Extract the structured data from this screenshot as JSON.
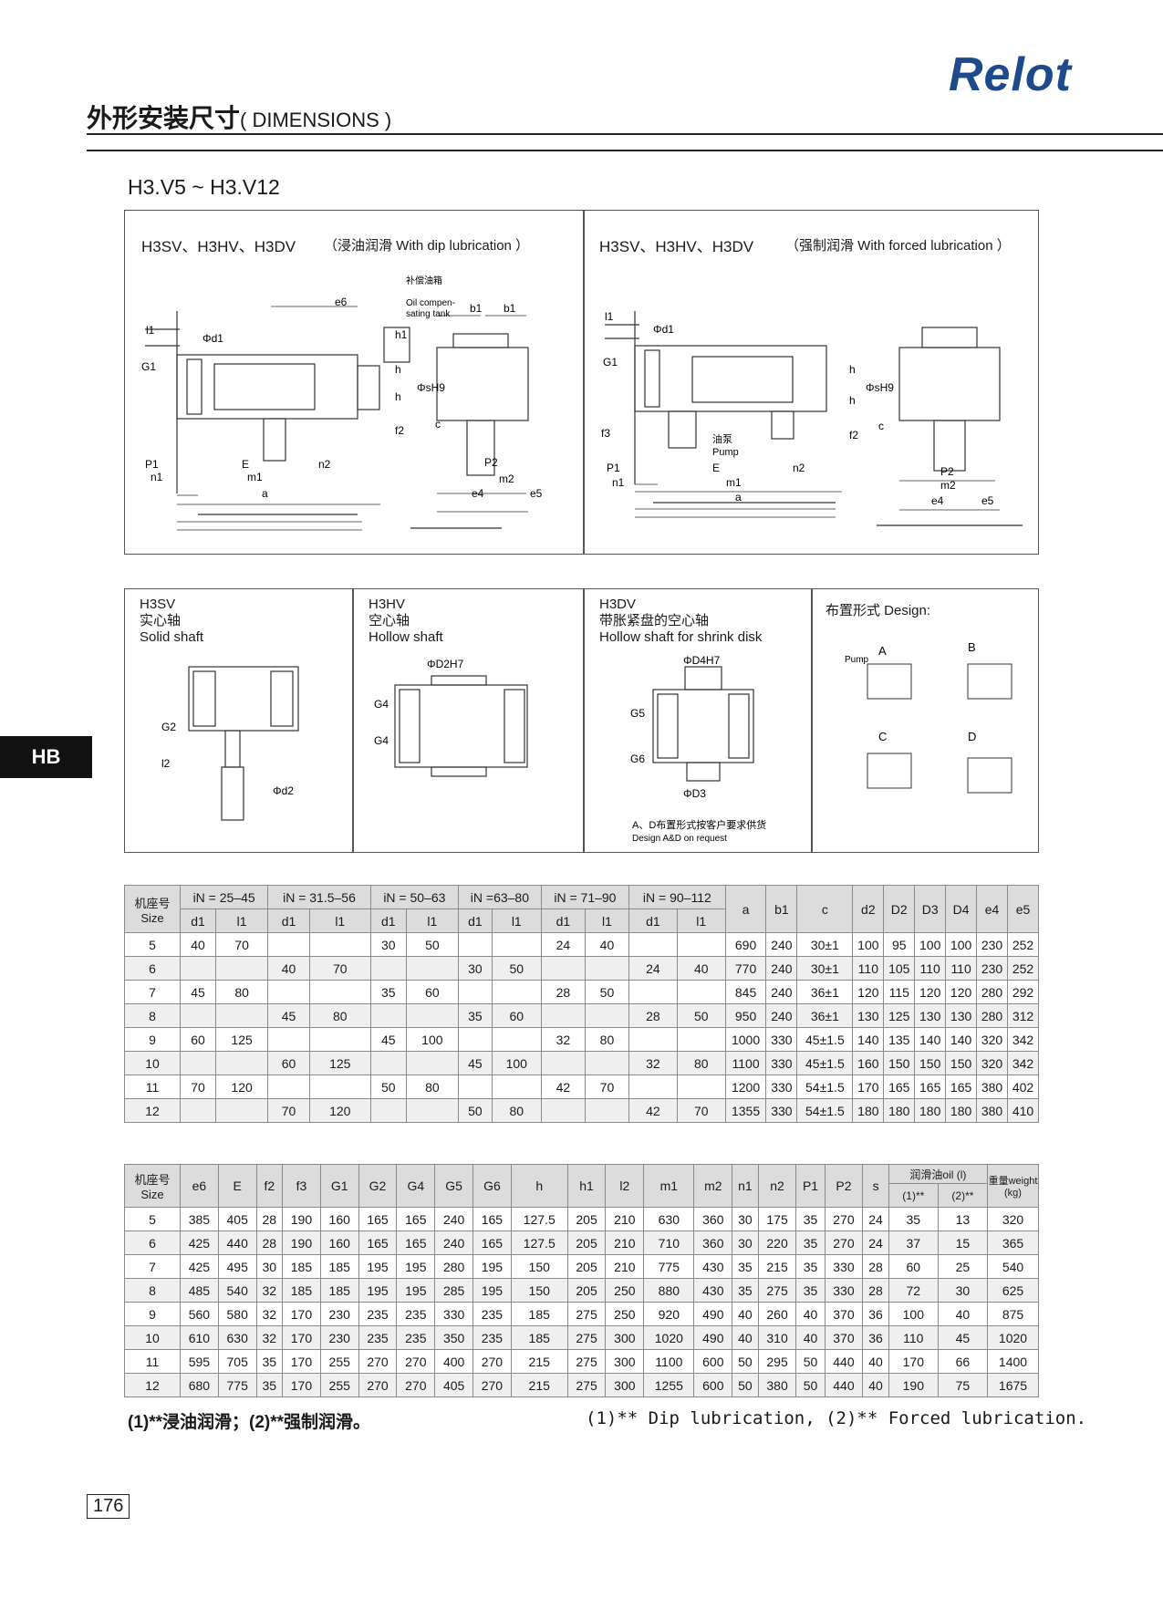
{
  "header": {
    "brand": "Relot",
    "title_cn": "外形安装尺寸",
    "title_en": "( DIMENSIONS )",
    "model_range": "H3.V5  ~ H3.V12"
  },
  "side_tab": "HB",
  "panel_dip": {
    "models": "H3SV、H3HV、H3DV",
    "lube": "（浸油润滑 With dip lubrication ）",
    "tank_cn": "补偿油箱",
    "tank_en1": "Oil compen-",
    "tank_en2": "sating tank"
  },
  "panel_forced": {
    "models": "H3SV、H3HV、H3DV",
    "lube": "（强制润滑 With forced lubrication ）",
    "pump_cn": "油泵",
    "pump_en": "Pump"
  },
  "dim_labels": {
    "e6": "e6",
    "b1": "b1",
    "l1": "l1",
    "G1": "G1",
    "d1": "Φd1",
    "h1": "h1",
    "h": "h",
    "sH9": "ΦsH9",
    "c": "c",
    "f2": "f2",
    "f3": "f3",
    "P1": "P1",
    "n1": "n1",
    "E": "E",
    "n2": "n2",
    "m1": "m1",
    "a": "a",
    "P2": "P2",
    "m2": "m2",
    "e4": "e4",
    "e5": "e5"
  },
  "shaft_solid": {
    "code": "H3SV",
    "cn": "实心轴",
    "en": "Solid shaft",
    "G2": "G2",
    "l2": "l2",
    "d2": "Φd2"
  },
  "shaft_hollow": {
    "code": "H3HV",
    "cn": "空心轴",
    "en": "Hollow shaft",
    "D2": "ΦD2H7",
    "G4": "G4"
  },
  "shaft_shrink": {
    "code": "H3DV",
    "cn": "带胀紧盘的空心轴",
    "en": "Hollow shaft for shrink disk",
    "D4": "ΦD4H7",
    "G5": "G5",
    "G6": "G6",
    "D3": "ΦD3",
    "note_cn": "A、D布置形式按客户要求供货",
    "note_en": "Design A&D on request"
  },
  "design": {
    "title": "布置形式 Design:",
    "pump": "Pump",
    "A": "A",
    "B": "B",
    "C": "C",
    "D": "D"
  },
  "table1": {
    "size_cn": "机座号",
    "size_en": "Size",
    "ratios": [
      "iN = 25–45",
      "iN = 31.5–56",
      "iN = 50–63",
      "iN =63–80",
      "iN = 71–90",
      "iN = 90–112"
    ],
    "sub": [
      "d1",
      "l1"
    ],
    "cols": [
      "a",
      "b1",
      "c",
      "d2",
      "D2",
      "D3",
      "D4",
      "e4",
      "e5"
    ],
    "rows": [
      [
        "5",
        "40",
        "70",
        "",
        "",
        "30",
        "50",
        "",
        "",
        "24",
        "40",
        "",
        "",
        "690",
        "240",
        "30±1",
        "100",
        "95",
        "100",
        "100",
        "230",
        "252"
      ],
      [
        "6",
        "",
        "",
        "40",
        "70",
        "",
        "",
        "30",
        "50",
        "",
        "",
        "24",
        "40",
        "770",
        "240",
        "30±1",
        "110",
        "105",
        "110",
        "110",
        "230",
        "252"
      ],
      [
        "7",
        "45",
        "80",
        "",
        "",
        "35",
        "60",
        "",
        "",
        "28",
        "50",
        "",
        "",
        "845",
        "240",
        "36±1",
        "120",
        "115",
        "120",
        "120",
        "280",
        "292"
      ],
      [
        "8",
        "",
        "",
        "45",
        "80",
        "",
        "",
        "35",
        "60",
        "",
        "",
        "28",
        "50",
        "950",
        "240",
        "36±1",
        "130",
        "125",
        "130",
        "130",
        "280",
        "312"
      ],
      [
        "9",
        "60",
        "125",
        "",
        "",
        "45",
        "100",
        "",
        "",
        "32",
        "80",
        "",
        "",
        "1000",
        "330",
        "45±1.5",
        "140",
        "135",
        "140",
        "140",
        "320",
        "342"
      ],
      [
        "10",
        "",
        "",
        "60",
        "125",
        "",
        "",
        "45",
        "100",
        "",
        "",
        "32",
        "80",
        "1100",
        "330",
        "45±1.5",
        "160",
        "150",
        "150",
        "150",
        "320",
        "342"
      ],
      [
        "11",
        "70",
        "120",
        "",
        "",
        "50",
        "80",
        "",
        "",
        "42",
        "70",
        "",
        "",
        "1200",
        "330",
        "54±1.5",
        "170",
        "165",
        "165",
        "165",
        "380",
        "402"
      ],
      [
        "12",
        "",
        "",
        "70",
        "120",
        "",
        "",
        "50",
        "80",
        "",
        "",
        "42",
        "70",
        "1355",
        "330",
        "54±1.5",
        "180",
        "180",
        "180",
        "180",
        "380",
        "410"
      ]
    ]
  },
  "table2": {
    "size_cn": "机座号",
    "size_en": "Size",
    "cols": [
      "e6",
      "E",
      "f2",
      "f3",
      "G1",
      "G2",
      "G4",
      "G5",
      "G6",
      "h",
      "h1",
      "l2",
      "m1",
      "m2",
      "n1",
      "n2",
      "P1",
      "P2",
      "s"
    ],
    "oil_title": "润滑油oil (l)",
    "oil_sub": [
      "(1)**",
      "(2)**"
    ],
    "weight": "重量weight (kg)",
    "rows": [
      [
        "5",
        "385",
        "405",
        "28",
        "190",
        "160",
        "165",
        "165",
        "240",
        "165",
        "127.5",
        "205",
        "210",
        "630",
        "360",
        "30",
        "175",
        "35",
        "270",
        "24",
        "35",
        "13",
        "320"
      ],
      [
        "6",
        "425",
        "440",
        "28",
        "190",
        "160",
        "165",
        "165",
        "240",
        "165",
        "127.5",
        "205",
        "210",
        "710",
        "360",
        "30",
        "220",
        "35",
        "270",
        "24",
        "37",
        "15",
        "365"
      ],
      [
        "7",
        "425",
        "495",
        "30",
        "185",
        "185",
        "195",
        "195",
        "280",
        "195",
        "150",
        "205",
        "210",
        "775",
        "430",
        "35",
        "215",
        "35",
        "330",
        "28",
        "60",
        "25",
        "540"
      ],
      [
        "8",
        "485",
        "540",
        "32",
        "185",
        "185",
        "195",
        "195",
        "285",
        "195",
        "150",
        "205",
        "250",
        "880",
        "430",
        "35",
        "275",
        "35",
        "330",
        "28",
        "72",
        "30",
        "625"
      ],
      [
        "9",
        "560",
        "580",
        "32",
        "170",
        "230",
        "235",
        "235",
        "330",
        "235",
        "185",
        "275",
        "250",
        "920",
        "490",
        "40",
        "260",
        "40",
        "370",
        "36",
        "100",
        "40",
        "875"
      ],
      [
        "10",
        "610",
        "630",
        "32",
        "170",
        "230",
        "235",
        "235",
        "350",
        "235",
        "185",
        "275",
        "300",
        "1020",
        "490",
        "40",
        "310",
        "40",
        "370",
        "36",
        "110",
        "45",
        "1020"
      ],
      [
        "11",
        "595",
        "705",
        "35",
        "170",
        "255",
        "270",
        "270",
        "400",
        "270",
        "215",
        "275",
        "300",
        "1100",
        "600",
        "50",
        "295",
        "50",
        "440",
        "40",
        "170",
        "66",
        "1400"
      ],
      [
        "12",
        "680",
        "775",
        "35",
        "170",
        "255",
        "270",
        "270",
        "405",
        "270",
        "215",
        "275",
        "300",
        "1255",
        "600",
        "50",
        "380",
        "50",
        "440",
        "40",
        "190",
        "75",
        "1675"
      ]
    ]
  },
  "footnote_cn": "(1)**浸油润滑；(2)**强制润滑。",
  "footnote_en": "(1)** Dip lubrication, (2)** Forced lubrication.",
  "page_number": "176"
}
